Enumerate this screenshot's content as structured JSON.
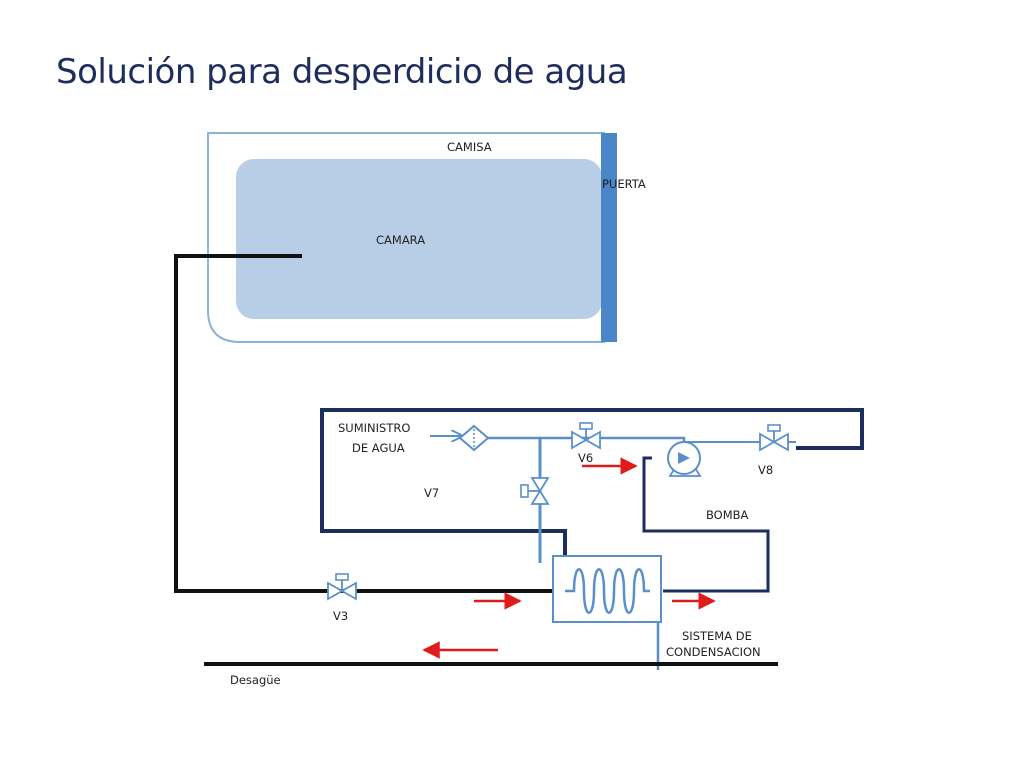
{
  "slide": {
    "title": "Solución para desperdicio de agua"
  },
  "diagram": {
    "labels": {
      "camisa": "CAMISA",
      "puerta": "PUERTA",
      "camara": "CAMARA",
      "suministro_line1": "SUMINISTRO",
      "suministro_line2": "DE AGUA",
      "v6": "V6",
      "v7": "V7",
      "v8": "V8",
      "v3": "V3",
      "bomba": "BOMBA",
      "sistema_line1": "SISTEMA DE",
      "sistema_line2": "CONDENSACION",
      "desague": "Desagüe"
    },
    "colors": {
      "title": "#1f2d5c",
      "chamber_fill": "#b8cde6",
      "door": "#4a86c8",
      "jacket_border": "#8fb1d8",
      "dark_pipe": "#1c2e5c",
      "black_pipe": "#111111",
      "water_pipe": "#5b8fc9",
      "flow_arrow": "#e01b1b"
    }
  }
}
